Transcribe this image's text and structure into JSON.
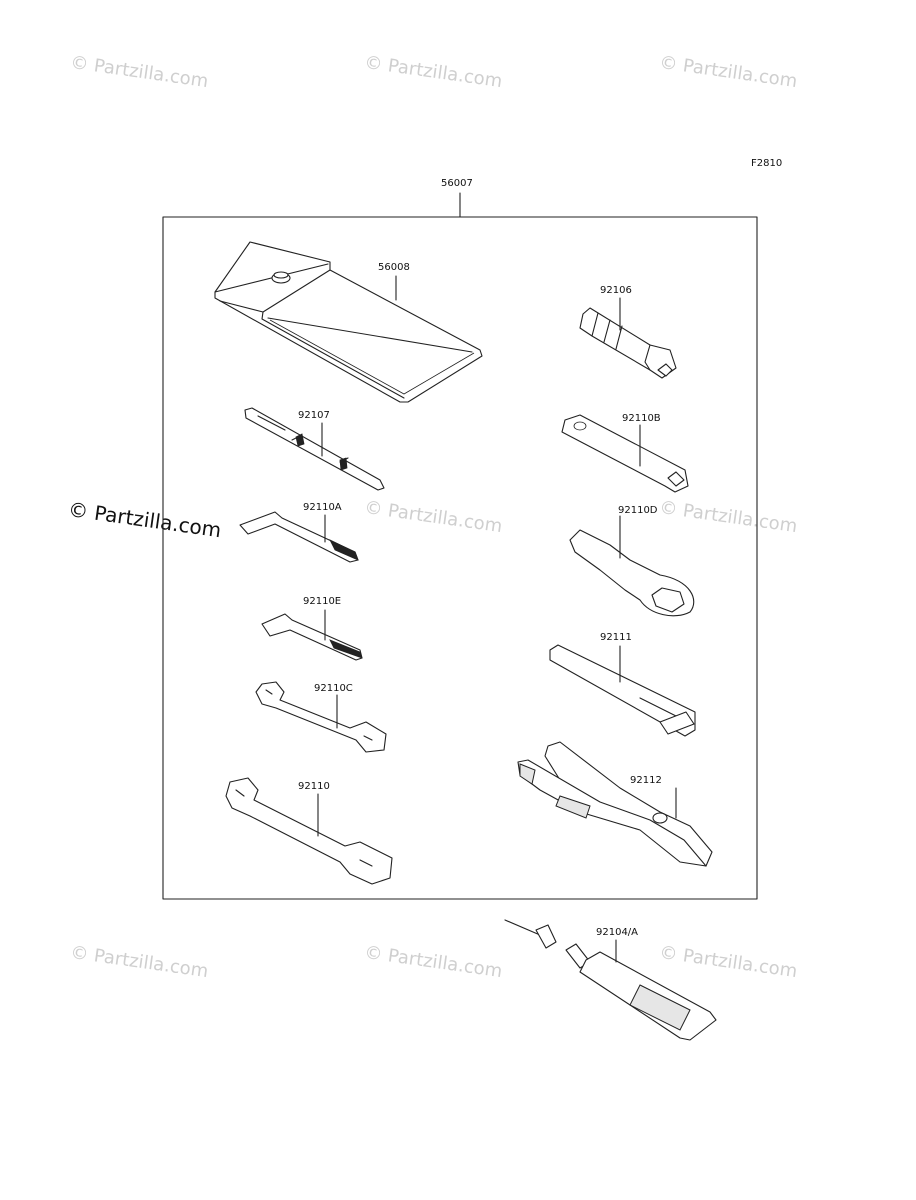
{
  "diagram": {
    "code": "F2810",
    "kit_part": "56007",
    "parts": {
      "bag": "56008",
      "socket_92106": "92106",
      "screwdriver": "92107",
      "box_wrench_b": "92110B",
      "hex_a": "92110A",
      "box_wrench_d": "92110D",
      "hex_e": "92110E",
      "bar": "92111",
      "open_wrench_c": "92110C",
      "pliers": "92112",
      "open_wrench": "92110",
      "grease": "92104/A"
    }
  },
  "watermark": {
    "text": "© Partzilla.com"
  }
}
